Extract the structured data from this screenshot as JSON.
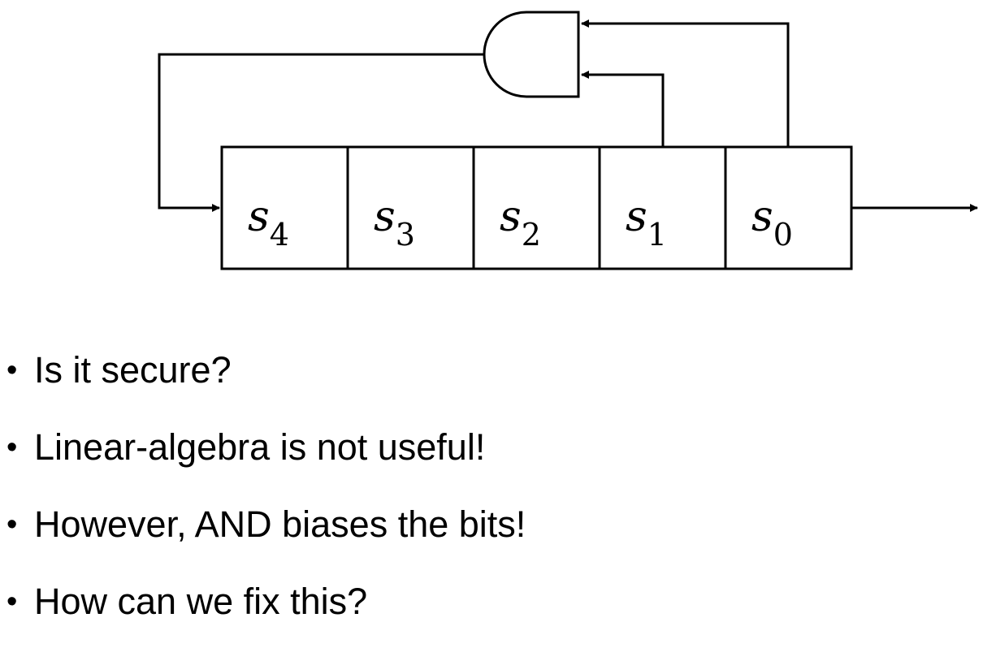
{
  "diagram": {
    "cells": [
      {
        "base": "s",
        "sub": "4"
      },
      {
        "base": "s",
        "sub": "3"
      },
      {
        "base": "s",
        "sub": "2"
      },
      {
        "base": "s",
        "sub": "1"
      },
      {
        "base": "s",
        "sub": "0"
      }
    ],
    "gate": "and-gate-icon"
  },
  "bullets": [
    {
      "dot": "•",
      "text": "Is it secure?"
    },
    {
      "dot": "•",
      "text": "Linear-algebra is not useful!"
    },
    {
      "dot": "•",
      "text": "However, AND biases the bits!"
    },
    {
      "dot": "•",
      "text": "How can we fix this?"
    }
  ]
}
